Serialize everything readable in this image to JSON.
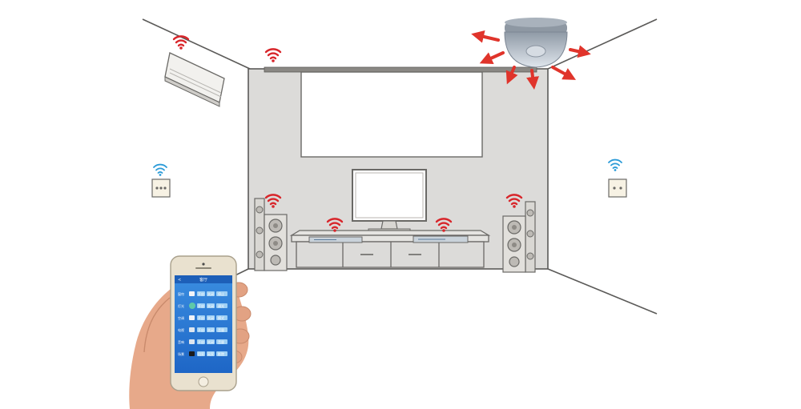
{
  "colors": {
    "wall": "#dcdbd9",
    "line": "#5b5a58",
    "signal_red": "#d8262b",
    "signal_blue": "#2b9bd8",
    "arrow_red": "#e0342b",
    "phone_screen": "#2e7ed6",
    "phone_body": "#e9e1cf",
    "skin": "#e7a98a"
  },
  "icons": {
    "ac": "air-conditioner-icon",
    "sensor": "ceiling-sensor-icon",
    "tv": "television-icon",
    "speaker": "speaker-icon",
    "switch": "wall-switch-icon",
    "wifi": "wifi-signal-icon",
    "phone": "smartphone-icon"
  },
  "phone": {
    "title": "客厅",
    "back": "<",
    "rows": [
      {
        "label": "窗帘",
        "b1": "开启",
        "b2": "关闭",
        "b3": "停止"
      },
      {
        "label": "灯光",
        "b1": "开启",
        "b2": "关闭",
        "b3": "调光"
      },
      {
        "label": "空调",
        "b1": "开启",
        "b2": "关闭",
        "b3": "模式"
      },
      {
        "label": "电视",
        "b1": "开启",
        "b2": "关闭",
        "b3": "音量"
      },
      {
        "label": "音响",
        "b1": "开启",
        "b2": "关闭",
        "b3": "音量"
      },
      {
        "label": "场景",
        "b1": "回家",
        "b2": "离家",
        "b3": "影院"
      }
    ]
  }
}
